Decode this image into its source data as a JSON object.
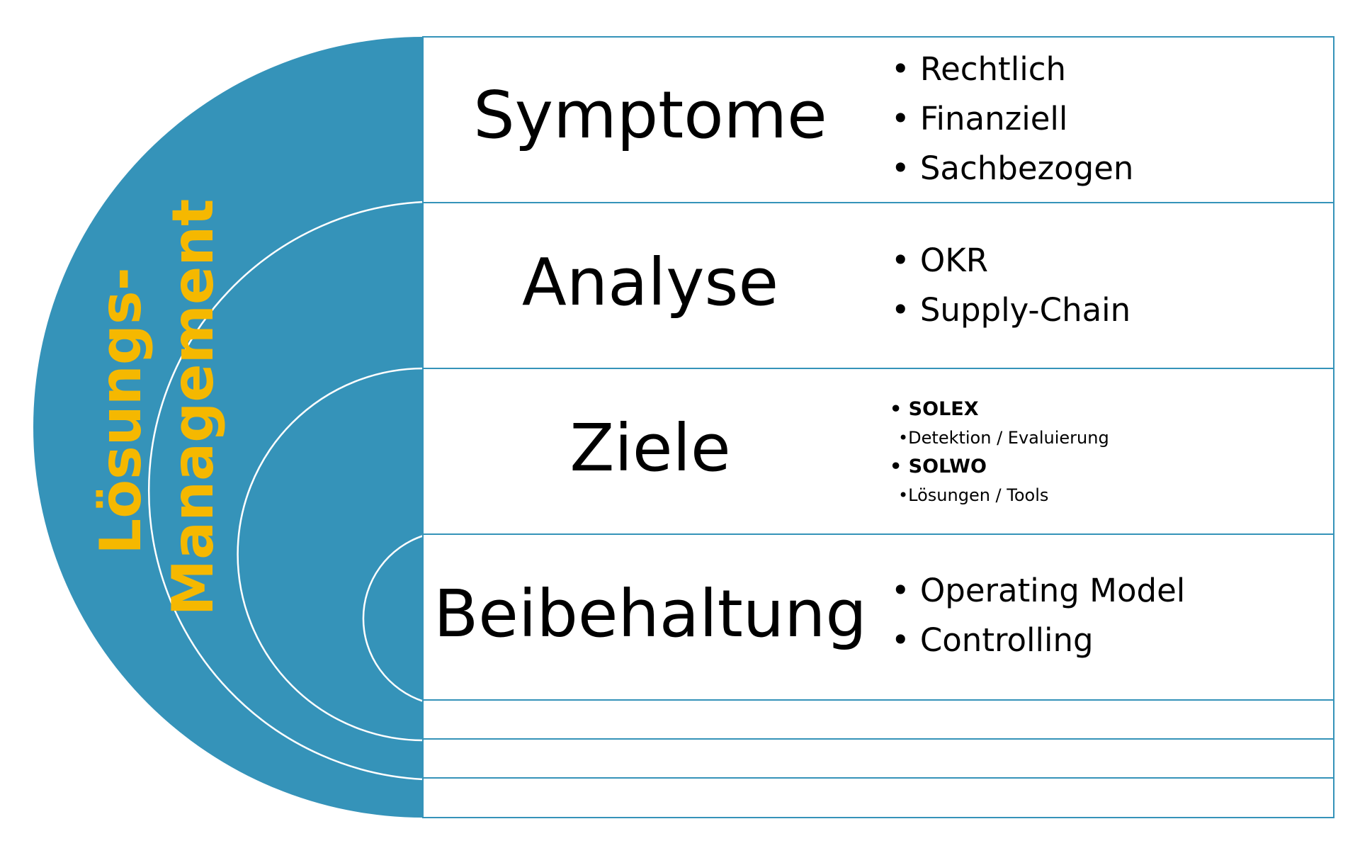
{
  "side_label": {
    "line1": "Lösungs-",
    "line2": "Management"
  },
  "stages": [
    {
      "title": "Symptome",
      "items": [
        {
          "text": "Rechtlich",
          "bold": false
        },
        {
          "text": "Finanziell",
          "bold": false
        },
        {
          "text": "Sachbezogen",
          "bold": false
        }
      ]
    },
    {
      "title": "Analyse",
      "items": [
        {
          "text": "OKR",
          "bold": false
        },
        {
          "text": "Supply-Chain",
          "bold": false
        }
      ]
    },
    {
      "title": "Ziele",
      "items": [
        {
          "text": "SOLEX",
          "bold": true
        },
        {
          "text": "Detektion / Evaluierung",
          "bold": false,
          "sub": true
        },
        {
          "text": "SOLWO",
          "bold": true
        },
        {
          "text": "Lösungen / Tools",
          "bold": false,
          "sub": true
        }
      ]
    },
    {
      "title": "Beibehaltung",
      "items": [
        {
          "text": "Operating Model",
          "bold": false
        },
        {
          "text": "Controlling",
          "bold": false
        }
      ]
    }
  ],
  "colors": {
    "arc_fill": "#3593b9",
    "label_color": "#f5b800",
    "border": "#3593b9",
    "inner_ring": "#ffffff"
  }
}
